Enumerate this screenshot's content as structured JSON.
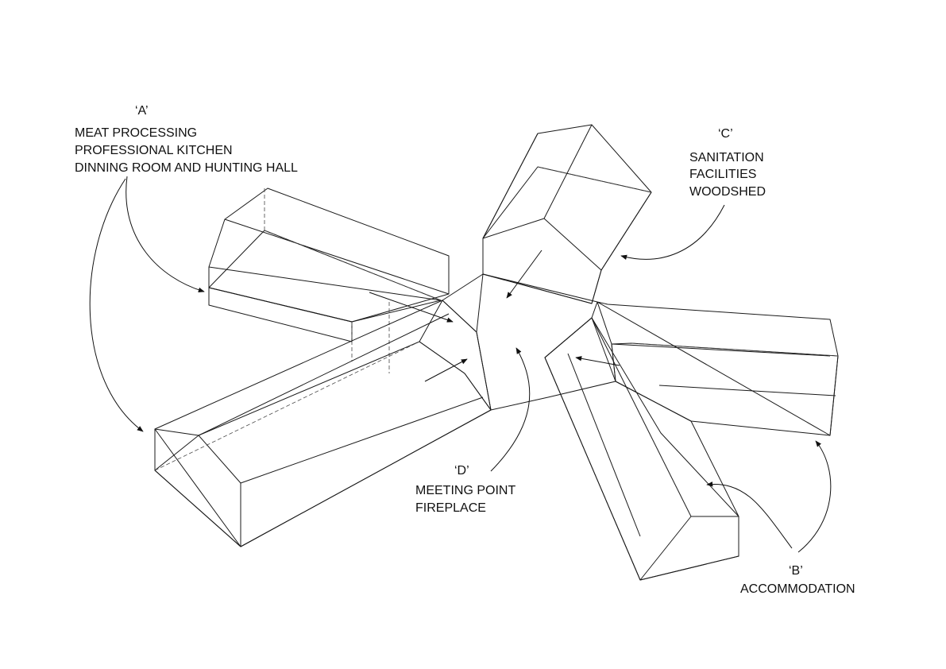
{
  "labels": {
    "a": {
      "letter": "‘A’",
      "lines": [
        "MEAT PROCESSING",
        "PROFESSIONAL KITCHEN",
        "DINNING ROOM AND HUNTING HALL"
      ]
    },
    "b": {
      "letter": "‘B’",
      "lines": [
        "ACCOMMODATION"
      ]
    },
    "c": {
      "letter": "‘C’",
      "lines": [
        "SANITATION",
        "FACILITIES",
        "WOODSHED"
      ]
    },
    "d": {
      "letter": "‘D’",
      "lines": [
        "MEETING POINT",
        "FIREPLACE"
      ]
    }
  },
  "colors": {
    "line": "#1a1a1a",
    "background": "#ffffff"
  }
}
